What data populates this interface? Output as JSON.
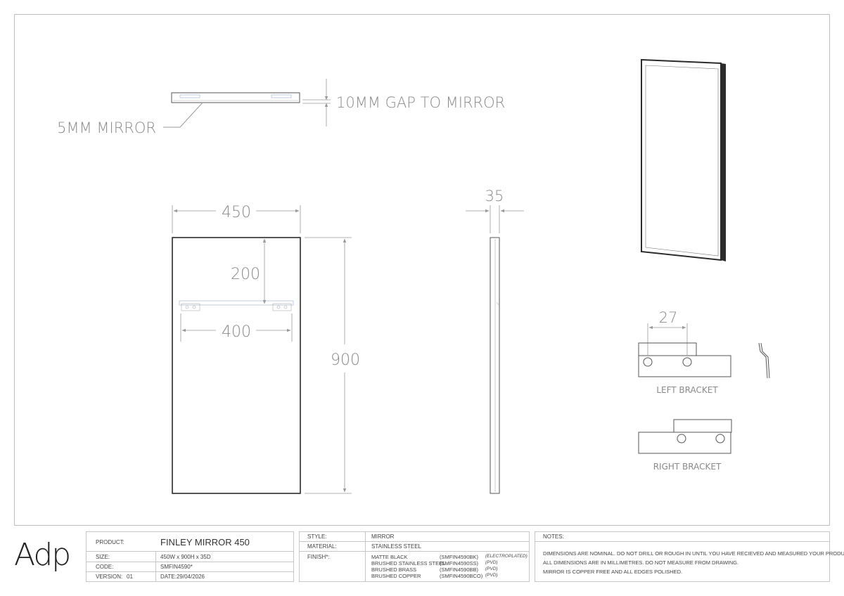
{
  "drawing": {
    "section": {
      "callout_mirror": "5MM MIRROR",
      "callout_gap": "10MM GAP TO MIRROR"
    },
    "front": {
      "width": "450",
      "height": "900",
      "bracket_offset": "200",
      "bracket_spacing": "400"
    },
    "side": {
      "depth": "35"
    },
    "brackets": {
      "left_spacing": "27",
      "left_label": "LEFT BRACKET",
      "right_label": "RIGHT BRACKET"
    }
  },
  "title_block": {
    "logo": "Adp",
    "product_label": "PRODUCT:",
    "product_value": "FINLEY MIRROR 450",
    "size_label": "SIZE:",
    "size_value": "450W x 900H x 35D",
    "code_label": "CODE:",
    "code_value": "SMFIN4590*",
    "version_label": "VERSION:",
    "version_value": "01",
    "date_value": "DATE:29/04/2026",
    "style_label": "STYLE:",
    "style_value": "MIRROR",
    "material_label": "MATERIAL:",
    "material_value": "STAINLESS STEEL",
    "finish_label": "FINISH*:",
    "finishes": [
      {
        "name": "MATTE BLACK",
        "code": "(SMFIN4590BK)",
        "process": "(ELECTROPLATED)"
      },
      {
        "name": "BRUSHED STAINLESS STEEL",
        "code": "(SMFIN4590SS)",
        "process": "(PVD)"
      },
      {
        "name": "BRUSHED BRASS",
        "code": "(SMFIN4590BB)",
        "process": "(PVD)"
      },
      {
        "name": "BRUSHED COPPER",
        "code": "(SMFIN4590BCO)",
        "process": "(PVD)"
      }
    ],
    "notes_label": "NOTES:",
    "notes": [
      "DIMENSIONS ARE NOMINAL. DO NOT DRILL OR ROUGH IN UNTIL YOU HAVE RECIEVED AND MEASURED YOUR PRODUCT.",
      "ALL DIMENSIONS ARE IN MILLIMETRES. DO NOT MEASURE FROM DRAWING.",
      "MIRROR IS COPPER FREE AND ALL EDGES POLISHED."
    ]
  },
  "colors": {
    "dimension": "#8a8a8a",
    "frame": "#2b2b2b",
    "border": "#c6c6c6"
  }
}
